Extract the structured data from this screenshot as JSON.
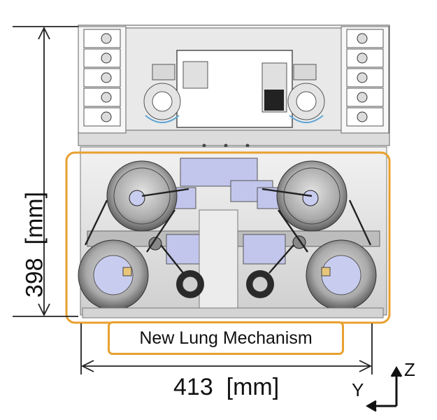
{
  "mechanism_label": "New Lung Mechanism",
  "dimension_width": "413  [mm]",
  "dimension_height": "398  [mm]",
  "axis_z": "Z",
  "axis_y": "Y",
  "colors": {
    "highlight": "#e8a12f",
    "metal": "#d9d9d9",
    "bracket": "#b8bde6",
    "wheel_hub": "#c8cdf0",
    "dark": "#2a2a2a"
  }
}
